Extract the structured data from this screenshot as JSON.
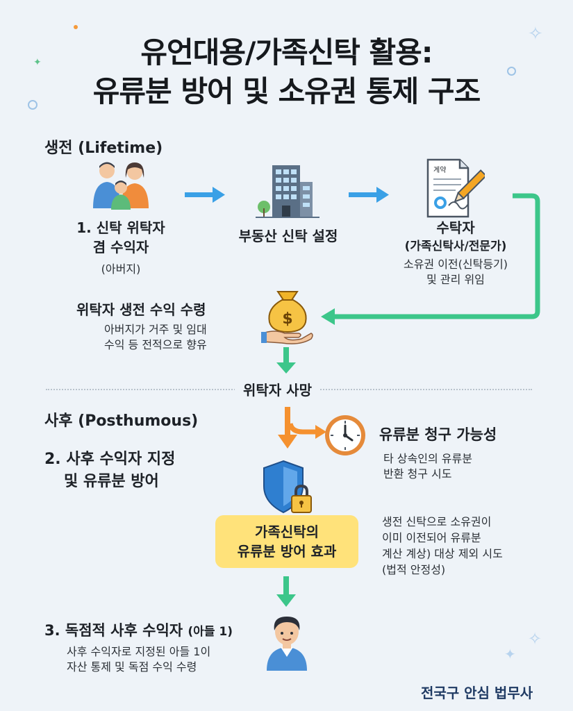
{
  "title": {
    "line1": "유언대용/가족신탁 활용:",
    "line2": "유류분 방어 및 소유권 통제 구조"
  },
  "lifetime": {
    "section_label": "생전 (Lifetime)",
    "step1": {
      "line1": "1. 신탁 위탁자",
      "line2": "겸 수익자",
      "sub": "(아버지)"
    },
    "trust_setup": "부동산 신탁 설정",
    "trustee": {
      "title": "수탁자",
      "subtitle": "(가족신탁사/전문가)",
      "desc_line1": "소유권 이전(신탁등기)",
      "desc_line2": "및 관리 위임",
      "document_label": "계약"
    },
    "income": {
      "title": "위탁자 생전 수익 수령",
      "desc_line1": "아버지가 거주 및 임대",
      "desc_line2": "수익 등 전적으로 향유"
    }
  },
  "divider_label": "위탁자 사망",
  "posthumous": {
    "section_label": "사후 (Posthumous)",
    "step2": {
      "line1": "2. 사후 수익자 지정",
      "line2": "및 유류분 방어"
    },
    "claim": {
      "title": "유류분 청구 가능성",
      "desc_line1": "타 상속인의 유류분",
      "desc_line2": "반환 청구 시도"
    },
    "defense_box": {
      "line1": "가족신탁의",
      "line2": "유류분 방어 효과"
    },
    "defense_note": {
      "line1": "생전 신탁으로 소유권이",
      "line2": "이미 이전되어 유류분",
      "line3": "계산 계상) 대상 제외 시도",
      "line4": "(법적 안정성)"
    },
    "step3": {
      "title": "3. 독점적 사후 수익자",
      "title_suffix": "(아들 1)",
      "desc_line1": "사후 수익자로 지정된 아들 1이",
      "desc_line2": "자산 통제 및 독점 수익 수령"
    }
  },
  "brand": "전국구 안심 법무사",
  "colors": {
    "arrow_blue": "#3aa0e6",
    "arrow_green": "#3cc68a",
    "arrow_orange": "#f5912f",
    "highlight_yellow": "#ffe27a",
    "background": "#eef3f8"
  },
  "icons": [
    "family-icon",
    "building-icon",
    "contract-icon",
    "money-bag-hand-icon",
    "clock-icon",
    "shield-lock-icon",
    "son-avatar-icon"
  ]
}
